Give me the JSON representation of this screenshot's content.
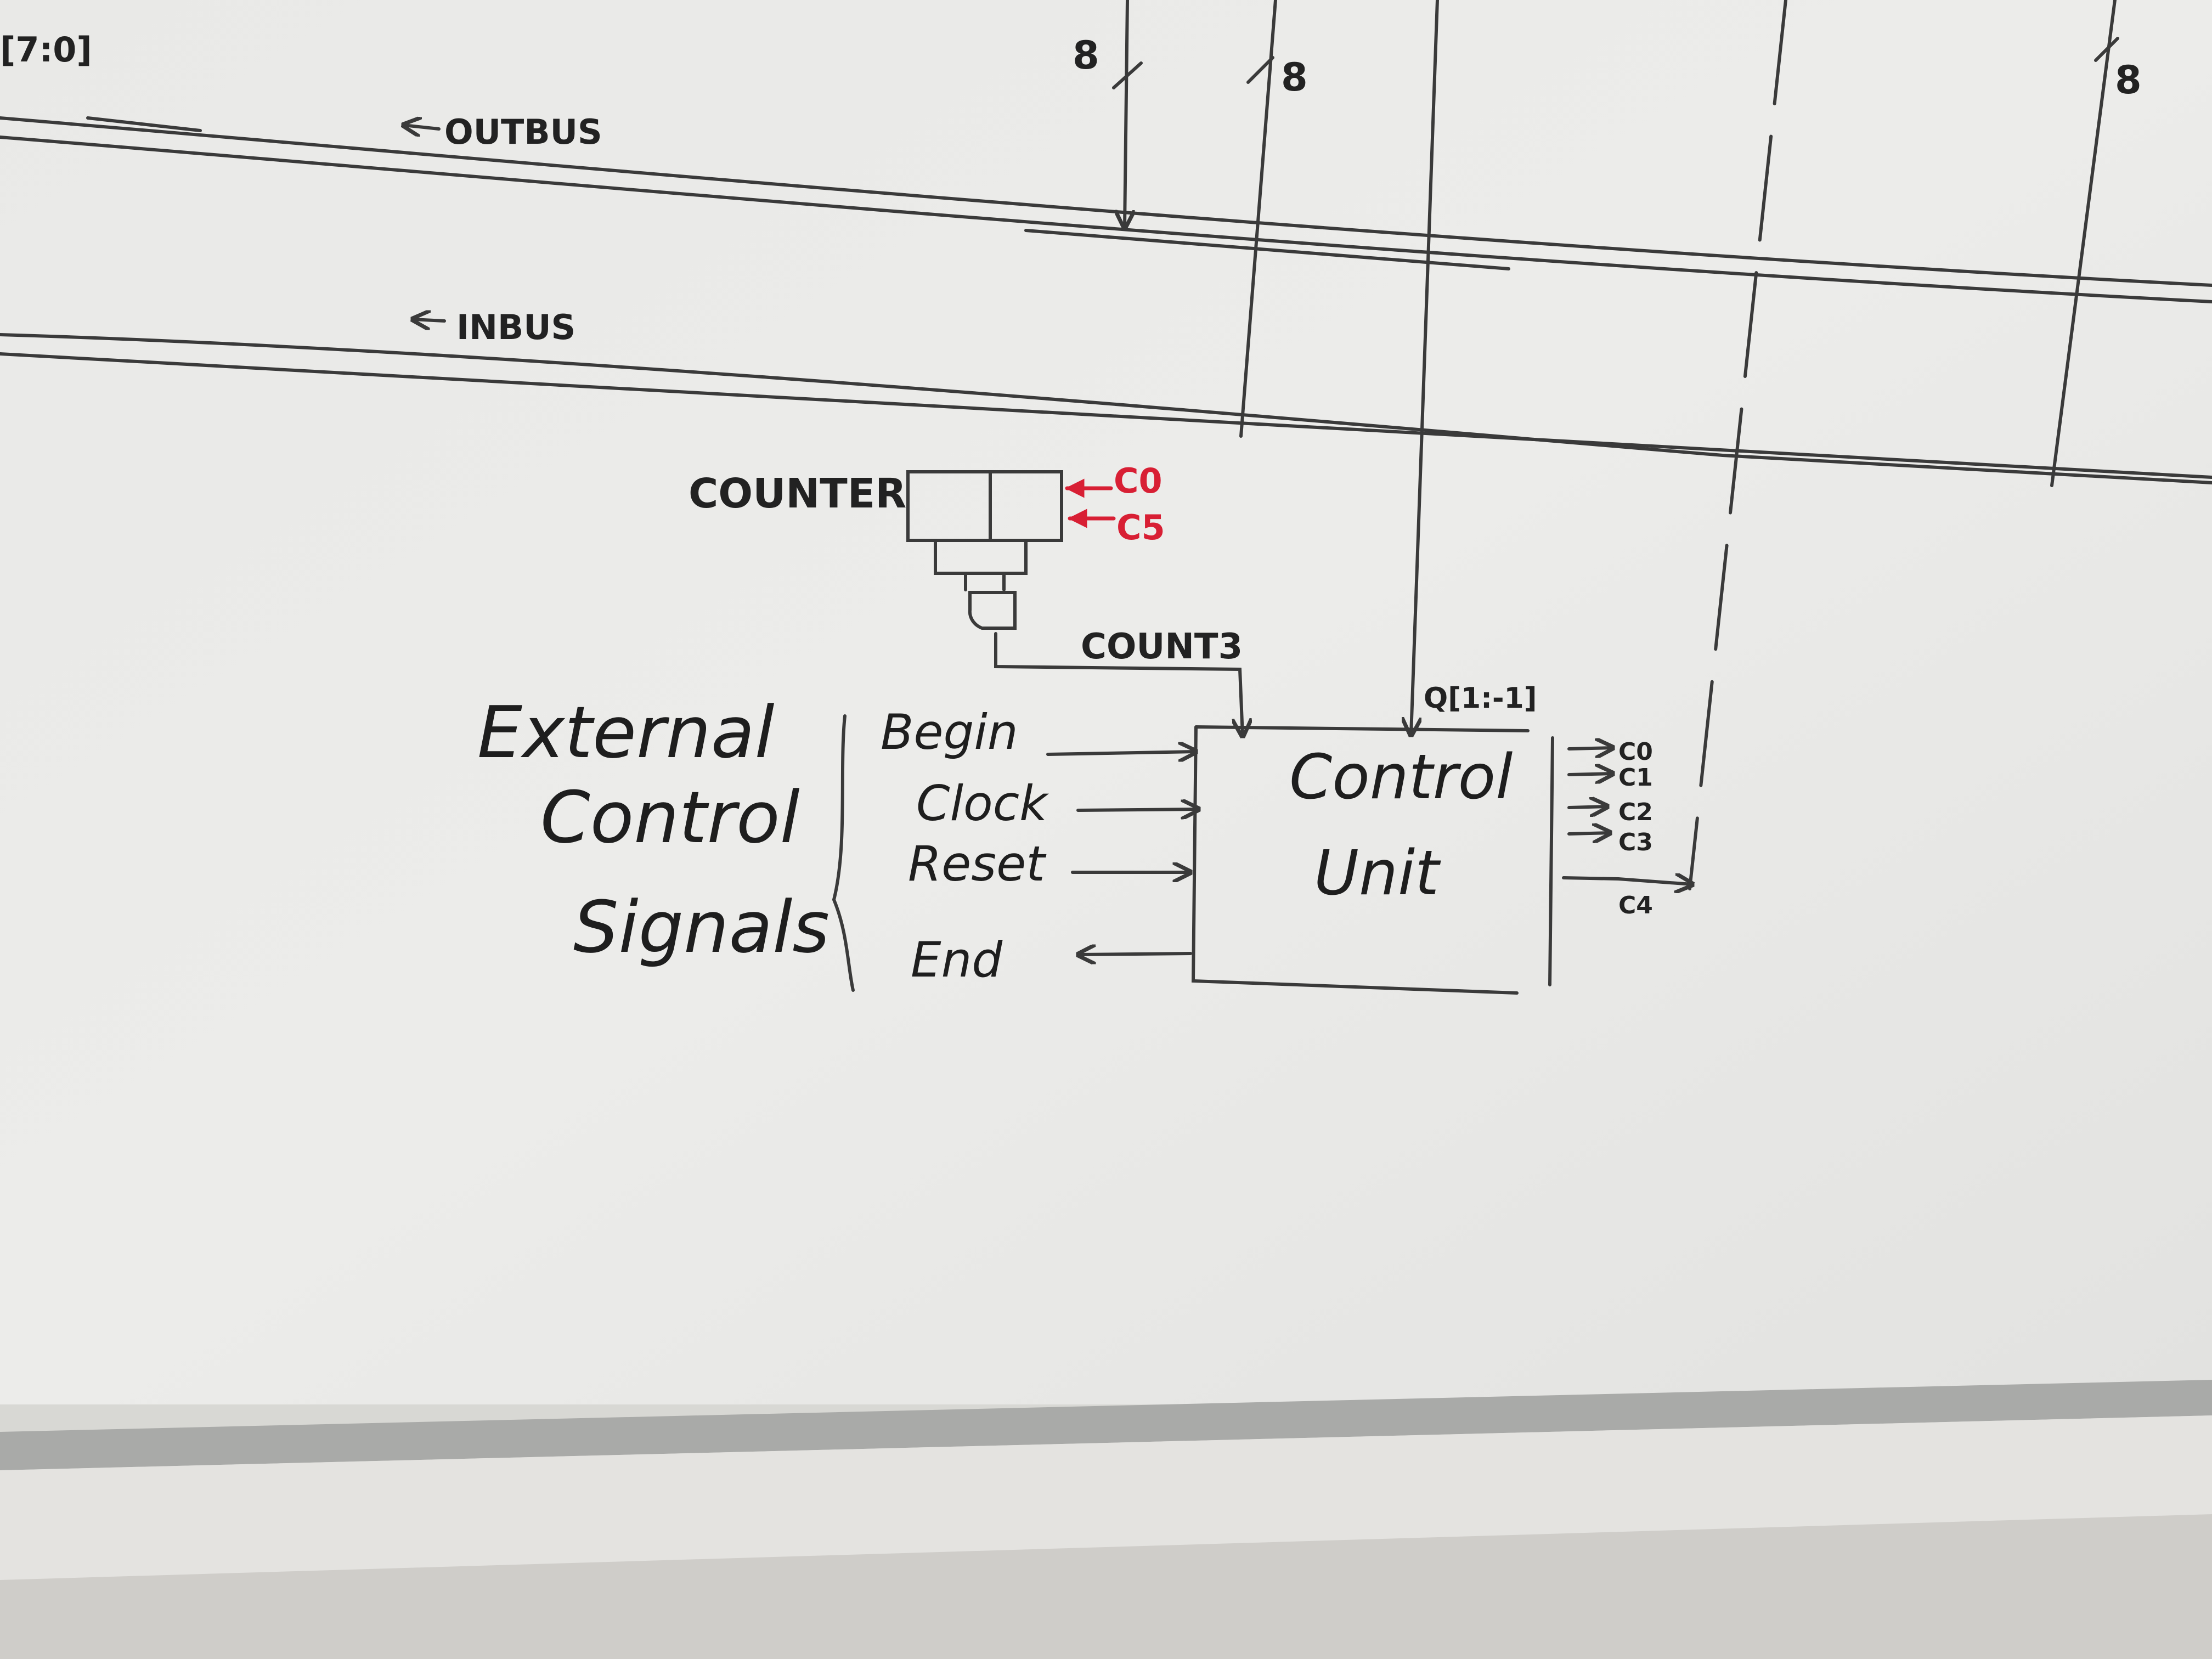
{
  "board": {
    "background": "#ebebe9",
    "marker_color": "#2b2b2b",
    "accent_color": "#d81f34"
  },
  "bus": {
    "width_label": "[7:0]",
    "outbus_label": "OUTBUS",
    "inbus_label": "INBUS",
    "width_marks": [
      "8",
      "8",
      "8"
    ]
  },
  "counter": {
    "label": "COUNTER",
    "control_inputs": [
      "C0",
      "C5"
    ],
    "output_label": "COUNT3"
  },
  "external": {
    "title_lines": [
      "External",
      "Control",
      "Signals"
    ],
    "signals": [
      {
        "label": "Begin",
        "direction": "in"
      },
      {
        "label": "Clock",
        "direction": "in"
      },
      {
        "label": "Reset",
        "direction": "in"
      },
      {
        "label": "End",
        "direction": "out"
      }
    ]
  },
  "control_unit": {
    "title_lines": [
      "Control",
      "Unit"
    ],
    "q_input_label": "Q[1:-1]",
    "outputs": [
      "C0",
      "C1",
      "C2",
      "C3",
      "C4"
    ]
  }
}
